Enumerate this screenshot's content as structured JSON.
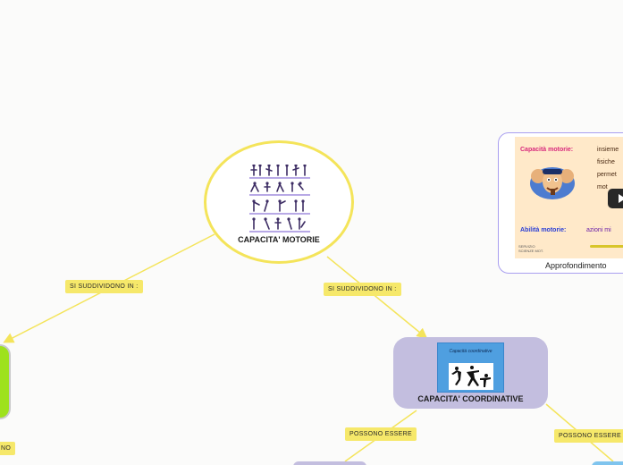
{
  "diagram": {
    "root": {
      "label": "CAPACITA' MOTORIE",
      "image_icon": "gymnastics-figures-icon"
    },
    "coordinative": {
      "label": "CAPACITA' COORDINATIVE",
      "image_title": "Capacità coordinative",
      "image_icon": "athletes-silhouettes-icon"
    },
    "edge_labels": {
      "left": "SI SUDDIVIDONO IN :",
      "right": "SI SUDDIVIDONO IN :",
      "possono_1": "POSSONO ESSERE",
      "possono_2": "POSSONO ESSERE",
      "left_cut": "NO"
    },
    "video": {
      "caption": "Approfondimento",
      "line1_key": "Capacità motorie:",
      "line1_rest": "insieme",
      "line2": "fisiche",
      "line3": "permet",
      "line4": "mot",
      "line5_key": "Abilità motorie:",
      "line5_rest": "azioni mi",
      "logo_line1": "SERVIZIO",
      "logo_line2": "SCIENZE MOT.",
      "play_icon": "play-icon",
      "avatar_icon": "cartoon-strongman-icon"
    },
    "colors": {
      "edge": "#f4e45a",
      "label_bg": "#f6e86a",
      "coordinative_bg": "#c3bedf",
      "green_node": "#9ee21d",
      "video_border": "#a99ff0"
    }
  }
}
